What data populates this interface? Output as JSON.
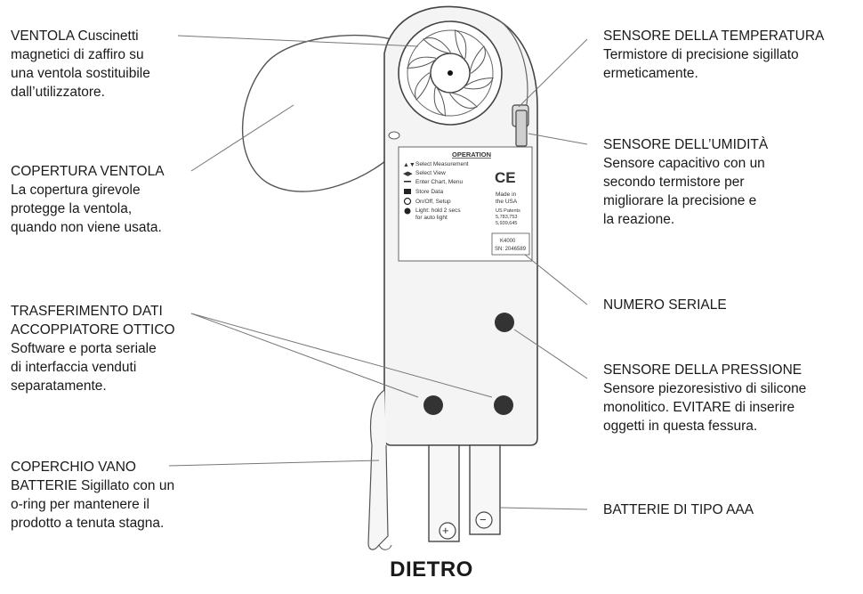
{
  "callouts": {
    "ventola": [
      "VENTOLA Cuscinetti",
      "magnetici di zaffiro su",
      "una ventola sostituibile",
      "dall’utilizzatore."
    ],
    "copertura": [
      "COPERTURA VENTOLA",
      "La copertura girevole",
      "protegge la ventola,",
      "quando non viene usata."
    ],
    "trasferimento": [
      "TRASFERIMENTO DATI",
      "ACCOPPIATORE OTTICO",
      "Software e porta seriale",
      "di interfaccia venduti",
      "separatamente."
    ],
    "coperchio": [
      "COPERCHIO VANO",
      "BATTERIE  Sigillato con un",
      "o-ring per mantenere il",
      "prodotto a tenuta stagna."
    ],
    "temperatura": [
      "SENSORE DELLA TEMPERATURA",
      "Termistore di precisione sigillato",
      "ermeticamente."
    ],
    "umidita": [
      "SENSORE DELL’UMIDITÀ",
      "Sensore capacitivo con un",
      "secondo termistore per",
      "migliorare la precisione e",
      "la reazione."
    ],
    "seriale": [
      "NUMERO SERIALE"
    ],
    "pressione": [
      "SENSORE DELLA PRESSIONE",
      "Sensore piezoresistivo di silicone",
      "monolitico. EVITARE di inserire",
      "oggetti in questa fessura."
    ],
    "batterie": [
      "BATTERIE DI TIPO AAA"
    ]
  },
  "device_label": {
    "title": "OPERATION",
    "lines": [
      "Select Measurement",
      "Select View",
      "Enter Chart, Menu",
      "Store Data",
      "On/Off, Setup",
      "Light: hold 2 secs",
      "for auto light"
    ],
    "ce": "CE",
    "made": [
      "Made in",
      "the USA"
    ],
    "patents": [
      "US Patents",
      "5,783,753",
      "5,939,645"
    ],
    "serial": [
      "K4000",
      "SN: 2046589"
    ]
  },
  "caption": "DIETRO"
}
